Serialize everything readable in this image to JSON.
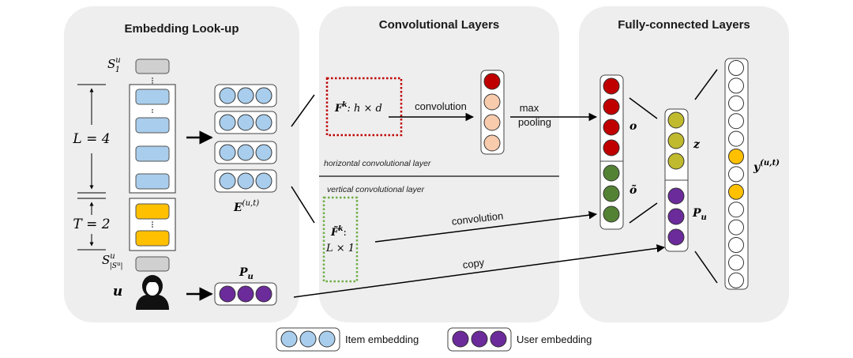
{
  "panels": {
    "embedding": "Embedding Look-up",
    "conv": "Convolutional Layers",
    "fc": "Fully-connected Layers"
  },
  "labels": {
    "s1_base": "S",
    "s1_sup": "u",
    "s1_sub": "1",
    "sn_base": "S",
    "sn_sup": "u",
    "sn_sub": "|S",
    "sn_sub_sup": "u",
    "sn_sub_end": "|",
    "L_eq": "L = 4",
    "T_eq": "T = 2",
    "user": "u",
    "E_base": "E",
    "E_sup": "(u,t)",
    "Pu_left_base": "P",
    "Pu_left_sub": "u",
    "Fk_base": "F",
    "Fk_sup": "k",
    "Fk_rest": ": h × d",
    "Fk2_base": "F̃",
    "Fk2_sup": "k",
    "Fk2_colon": ":",
    "Fk2_rest": "L × 1",
    "convolution_h": "convolution",
    "max": "max",
    "pooling": "pooling",
    "horizontal": "horizontal convolutional layer",
    "vertical": "vertical convolutional layer",
    "convolution_v": "convolution",
    "copy": "copy",
    "o": "o",
    "o_tilde": "õ",
    "z": "z",
    "Pu_right_base": "P",
    "Pu_right_sub": "u",
    "y_base": "y",
    "y_sup": "(u,t)"
  },
  "legend": {
    "item": "Item embedding",
    "user": "User embedding"
  },
  "colors": {
    "panel": "#eeeeee",
    "item": "#a9cdec",
    "user": "#6b2b9a",
    "seq_item": "#a9cdec",
    "target": "#ffc000",
    "gray": "#d0d0d0",
    "red": "#c00000",
    "peach": "#f8cbad",
    "green": "#548235",
    "olive": "#c0ba2e",
    "filter_h": "#c00000",
    "filter_v": "#70ad47"
  },
  "output_units": [
    "empty",
    "empty",
    "empty",
    "empty",
    "empty",
    "target",
    "empty",
    "target",
    "empty",
    "empty",
    "empty",
    "empty",
    "empty"
  ]
}
